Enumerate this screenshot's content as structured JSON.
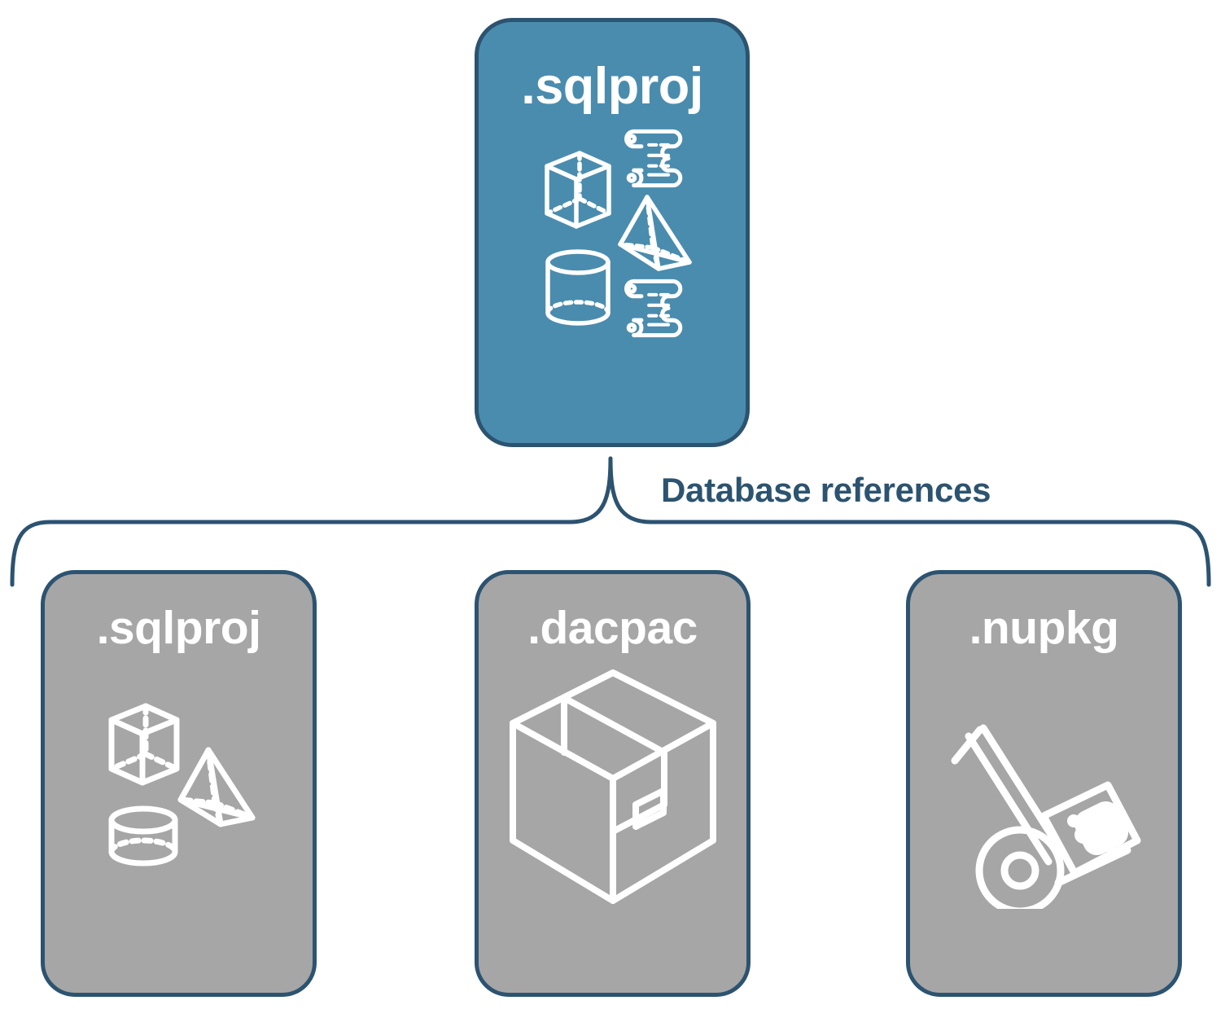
{
  "diagram": {
    "title_text": "Database references",
    "colors": {
      "accent_blue": "#4A8CAE",
      "border_navy": "#2C5370",
      "reference_gray": "#A6A6A6",
      "icon_white": "#FFFFFF",
      "background": "#FFFFFF"
    },
    "root": {
      "label": ".sqlproj",
      "fill": "#4A8CAE",
      "icons": [
        "cube-icon",
        "scroll-icon",
        "pyramid-icon",
        "cylinder-icon",
        "scroll-icon"
      ]
    },
    "relationship_label": "Database references",
    "references": [
      {
        "label": ".sqlproj",
        "fill": "#A6A6A6",
        "icons": [
          "cube-icon",
          "pyramid-icon",
          "cylinder-icon"
        ]
      },
      {
        "label": ".dacpac",
        "fill": "#A6A6A6",
        "icons": [
          "package-box-icon"
        ]
      },
      {
        "label": ".nupkg",
        "fill": "#A6A6A6",
        "icons": [
          "hand-truck-icon",
          "nuget-package-icon"
        ]
      }
    ]
  }
}
